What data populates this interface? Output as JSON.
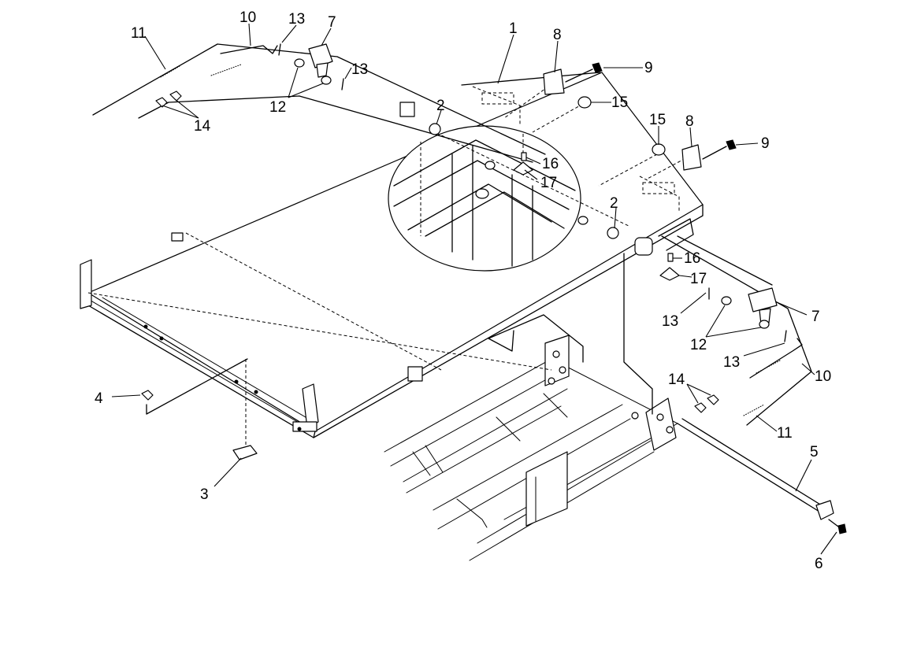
{
  "callouts": {
    "c1": "1",
    "c2a": "2",
    "c2b": "2",
    "c3": "3",
    "c4": "4",
    "c5": "5",
    "c6": "6",
    "c7a": "7",
    "c7b": "7",
    "c8a": "8",
    "c8b": "8",
    "c9a": "9",
    "c9b": "9",
    "c10a": "10",
    "c10b": "10",
    "c11a": "11",
    "c11b": "11",
    "c12a": "12",
    "c12b": "12",
    "c13a": "13",
    "c13b": "13",
    "c13c": "13",
    "c13d": "13",
    "c14a": "14",
    "c14b": "14",
    "c15a": "15",
    "c15b": "15",
    "c16a": "16",
    "c16b": "16",
    "c17a": "17",
    "c17b": "17"
  }
}
